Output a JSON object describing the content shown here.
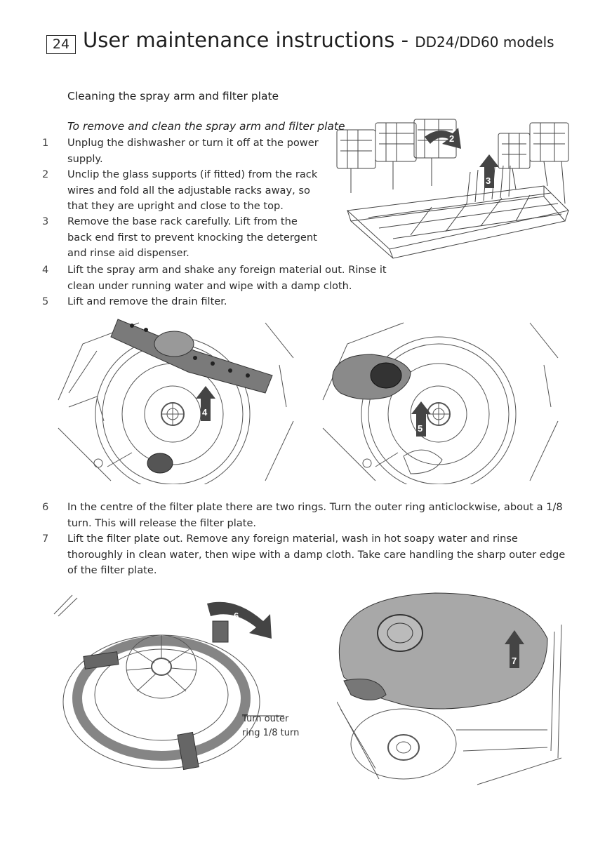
{
  "header": {
    "page_number": "24",
    "title_main": "User maintenance instructions - ",
    "title_models": "DD24/DD60 models"
  },
  "section": {
    "heading": "Cleaning the spray arm and filter plate",
    "subheading": "To remove and clean the spray arm and filter plate"
  },
  "steps": [
    {
      "num": "1",
      "text": "Unplug the dishwasher or turn it off at the power supply."
    },
    {
      "num": "2",
      "text": "Unclip the glass supports (if fitted) from the rack wires and fold all the adjustable racks away, so that they are upright and close to the top."
    },
    {
      "num": "3",
      "text": "Remove the base rack carefully. Lift from the back end first to prevent knocking the detergent and rinse aid dispenser."
    },
    {
      "num": "4",
      "text": "Lift the spray arm and shake any foreign material out. Rinse it clean under running water and wipe with a damp cloth."
    },
    {
      "num": "5",
      "text": "Lift and remove the drain filter."
    },
    {
      "num": "6",
      "text": "In the centre of the filter plate there are two rings. Turn the outer ring anticlockwise, about a 1/8 turn. This will release the filter plate."
    },
    {
      "num": "7",
      "text": "Lift the filter plate out. Remove any foreign material, wash in hot soapy water and rinse thoroughly in clean water, then wipe with a damp cloth. Take care handling the sharp outer edge of the filter plate."
    }
  ],
  "figures": {
    "rack_labels": [
      "2",
      "3"
    ],
    "spray_arm_label": "4",
    "drain_filter_label": "5",
    "ring_label": "6",
    "filter_plate_label": "7",
    "caption_line1": "Turn outer",
    "caption_line2": "ring 1/8 turn"
  },
  "colors": {
    "arrow_fill": "#444444",
    "arrow_text": "#ffffff"
  }
}
